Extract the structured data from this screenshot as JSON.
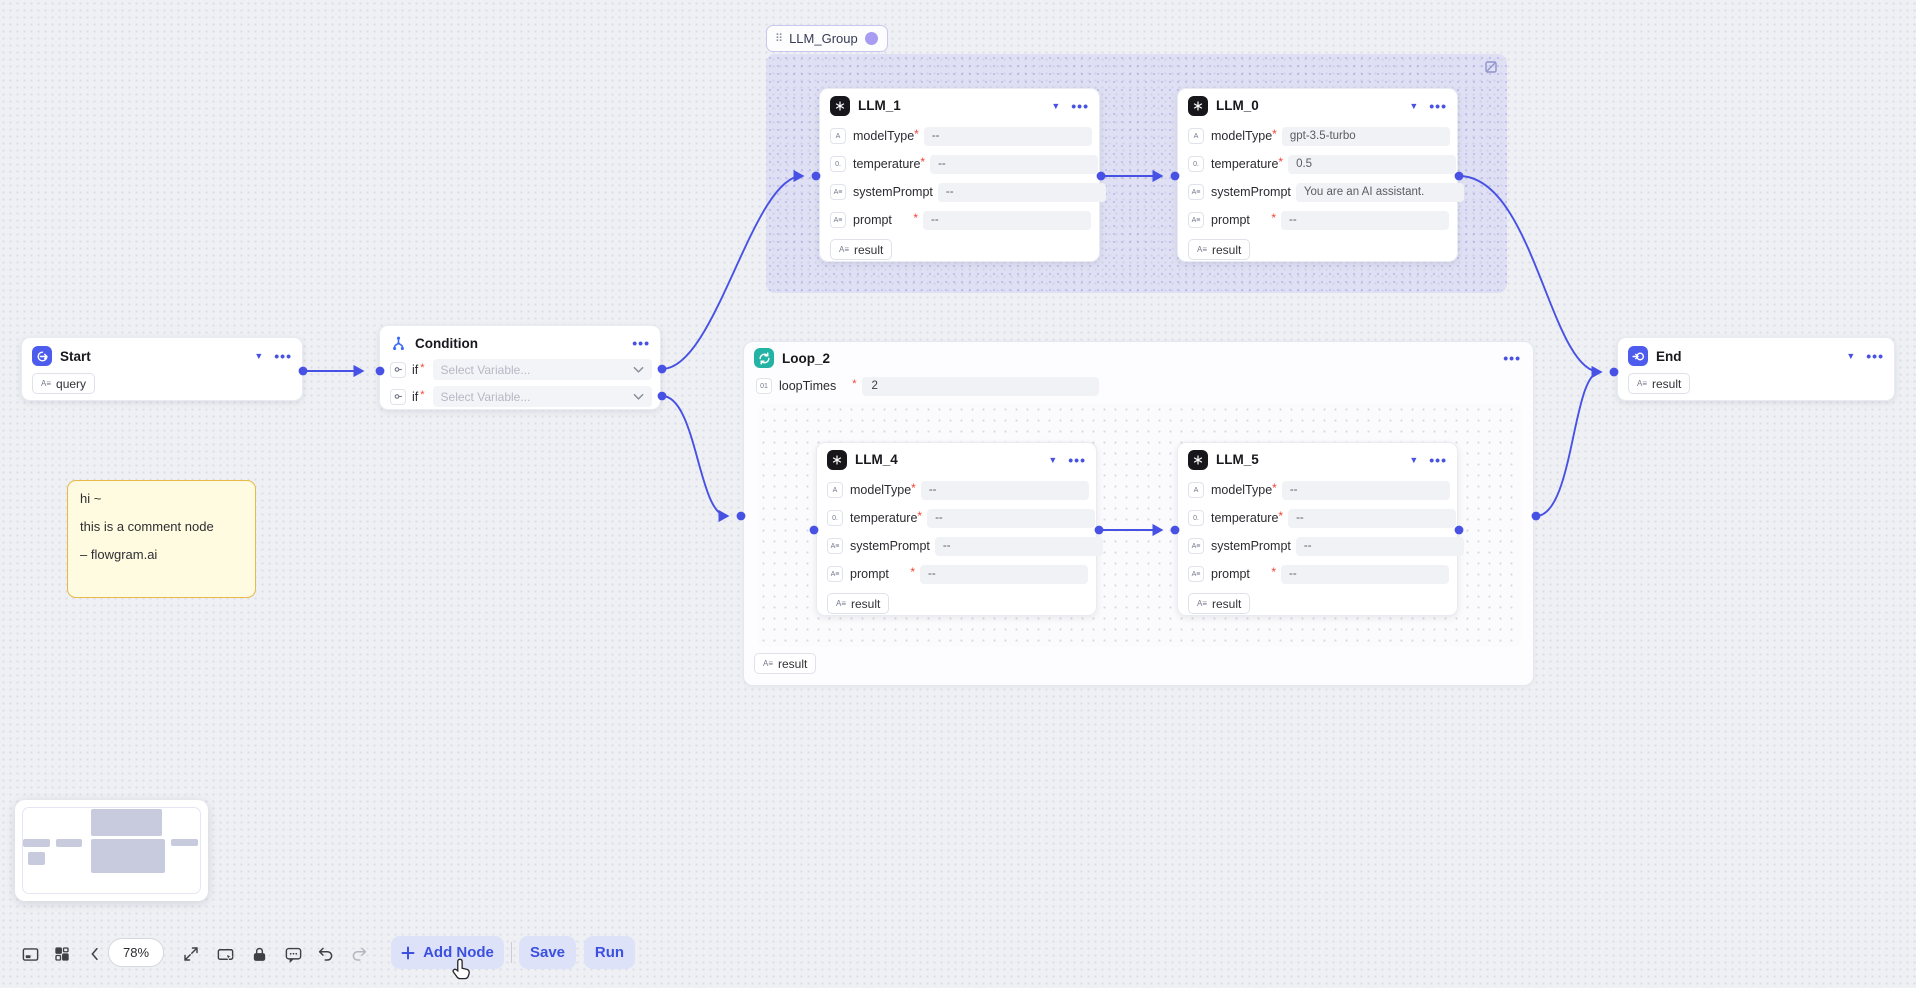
{
  "group": {
    "title": "LLM_Group"
  },
  "nodes": {
    "start": {
      "title": "Start",
      "badge": "query"
    },
    "condition": {
      "title": "Condition",
      "rows": [
        {
          "label": "if",
          "required": true,
          "placeholder": "Select Variable..."
        },
        {
          "label": "if",
          "required": true,
          "placeholder": "Select Variable..."
        }
      ]
    },
    "llm1": {
      "title": "LLM_1",
      "fields": [
        {
          "icon": "A",
          "label": "modelType",
          "required": true,
          "value": "--"
        },
        {
          "icon": "0.",
          "label": "temperature",
          "required": true,
          "value": "--"
        },
        {
          "icon": "A≡",
          "label": "systemPrompt",
          "required": false,
          "value": "--"
        },
        {
          "icon": "A≡",
          "label": "prompt",
          "required": true,
          "value": "--"
        }
      ],
      "result": "result"
    },
    "llm0": {
      "title": "LLM_0",
      "fields": [
        {
          "icon": "A",
          "label": "modelType",
          "required": true,
          "value": "gpt-3.5-turbo"
        },
        {
          "icon": "0.",
          "label": "temperature",
          "required": true,
          "value": "0.5"
        },
        {
          "icon": "A≡",
          "label": "systemPrompt",
          "required": false,
          "value": "You are an AI assistant."
        },
        {
          "icon": "A≡",
          "label": "prompt",
          "required": true,
          "value": "--"
        }
      ],
      "result": "result"
    },
    "llm4": {
      "title": "LLM_4",
      "fields": [
        {
          "icon": "A",
          "label": "modelType",
          "required": true,
          "value": "--"
        },
        {
          "icon": "0.",
          "label": "temperature",
          "required": true,
          "value": "--"
        },
        {
          "icon": "A≡",
          "label": "systemPrompt",
          "required": false,
          "value": "--"
        },
        {
          "icon": "A≡",
          "label": "prompt",
          "required": true,
          "value": "--"
        }
      ],
      "result": "result"
    },
    "llm5": {
      "title": "LLM_5",
      "fields": [
        {
          "icon": "A",
          "label": "modelType",
          "required": true,
          "value": "--"
        },
        {
          "icon": "0.",
          "label": "temperature",
          "required": true,
          "value": "--"
        },
        {
          "icon": "A≡",
          "label": "systemPrompt",
          "required": false,
          "value": "--"
        },
        {
          "icon": "A≡",
          "label": "prompt",
          "required": true,
          "value": "--"
        }
      ],
      "result": "result"
    },
    "loop": {
      "title": "Loop_2",
      "field": {
        "icon": "01",
        "label": "loopTimes",
        "required": true,
        "value": "2"
      },
      "result": "result"
    },
    "end": {
      "title": "End",
      "badge": "result"
    }
  },
  "comment": {
    "lines": [
      "hi ~",
      "this is a comment node",
      "– flowgram.ai"
    ]
  },
  "toolbar": {
    "zoom": "78%",
    "add_node": "Add Node",
    "save": "Save",
    "run": "Run"
  },
  "icons": {
    "drag_handle": "⠿",
    "caret_down": "▾",
    "more": "•••",
    "text_type": "A≡",
    "llm_logo": "llm-logo",
    "loop_logo": "loop-arrows",
    "start_logo": "arrow-circle",
    "end_logo": "arrow-into-circle"
  },
  "colors": {
    "accent": "#4752e4",
    "group_fill": "#9792f0",
    "loop_icon": "#23b3a4",
    "llm_icon": "#17171b",
    "comment_bg": "#fffbe0",
    "comment_border": "#e9b949"
  }
}
